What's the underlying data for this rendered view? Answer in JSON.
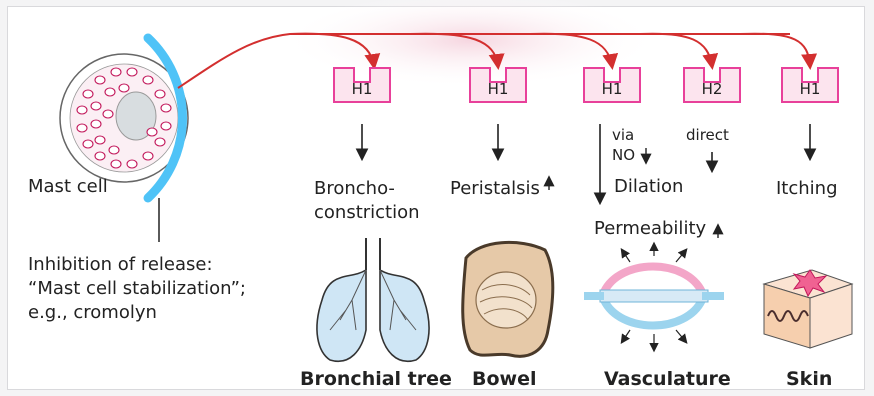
{
  "mast_cell_label": "Mast cell",
  "inhibition": {
    "line1": "Inhibition of release:",
    "line2": "“Mast cell stabilization”;",
    "line3": "e.g., cromolyn"
  },
  "receptors": [
    "H1",
    "H1",
    "H1",
    "H2",
    "H1"
  ],
  "effects": {
    "broncho_1": "Broncho-",
    "broncho_2": "constriction",
    "peristalsis": "Peristalsis",
    "via": "via",
    "no": "NO",
    "dilation": "Dilation",
    "direct": "direct",
    "permeability": "Permeability",
    "itching": "Itching"
  },
  "organs": {
    "lungs": "Bronchial tree",
    "bowel": "Bowel",
    "vasculature": "Vasculature",
    "skin": "Skin"
  },
  "colors": {
    "red_arrow": "#d32f2f",
    "membrane_blue": "#4fc3f7",
    "receptor_pink": "#e8409a"
  }
}
